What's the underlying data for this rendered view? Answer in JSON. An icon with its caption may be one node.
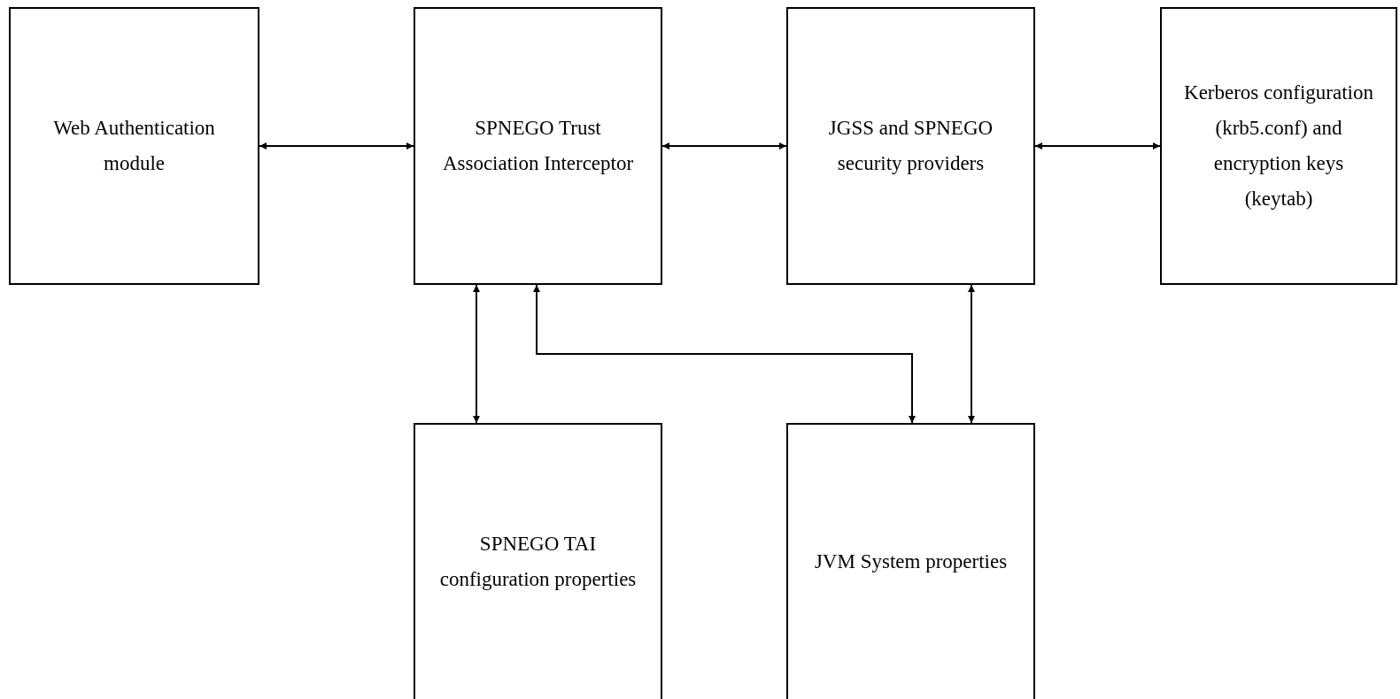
{
  "diagram": {
    "nodes": [
      {
        "text": [
          "Web Authentication module"
        ]
      },
      {
        "text": [
          "SPNEGO Trust Association Interceptor"
        ]
      },
      {
        "text": [
          "JGSS and SPNEGO security providers"
        ]
      },
      {
        "text": [
          "Kerberos configuration (krb5.conf) and encryption keys (keytab)"
        ]
      },
      {
        "text": [
          "SPNEGO TAI configuration properties"
        ]
      },
      {
        "text": [
          "JVM System properties"
        ]
      }
    ],
    "edges": [
      {
        "from": 0,
        "to": 1,
        "arrow": "both"
      },
      {
        "from": 1,
        "to": 2,
        "arrow": "both"
      },
      {
        "from": 2,
        "to": 3,
        "arrow": "both"
      },
      {
        "from": 1,
        "to": 4,
        "arrow": "both"
      },
      {
        "from": 1,
        "to": 5,
        "arrow": "both"
      },
      {
        "from": 2,
        "to": 5,
        "arrow": "both"
      }
    ]
  }
}
